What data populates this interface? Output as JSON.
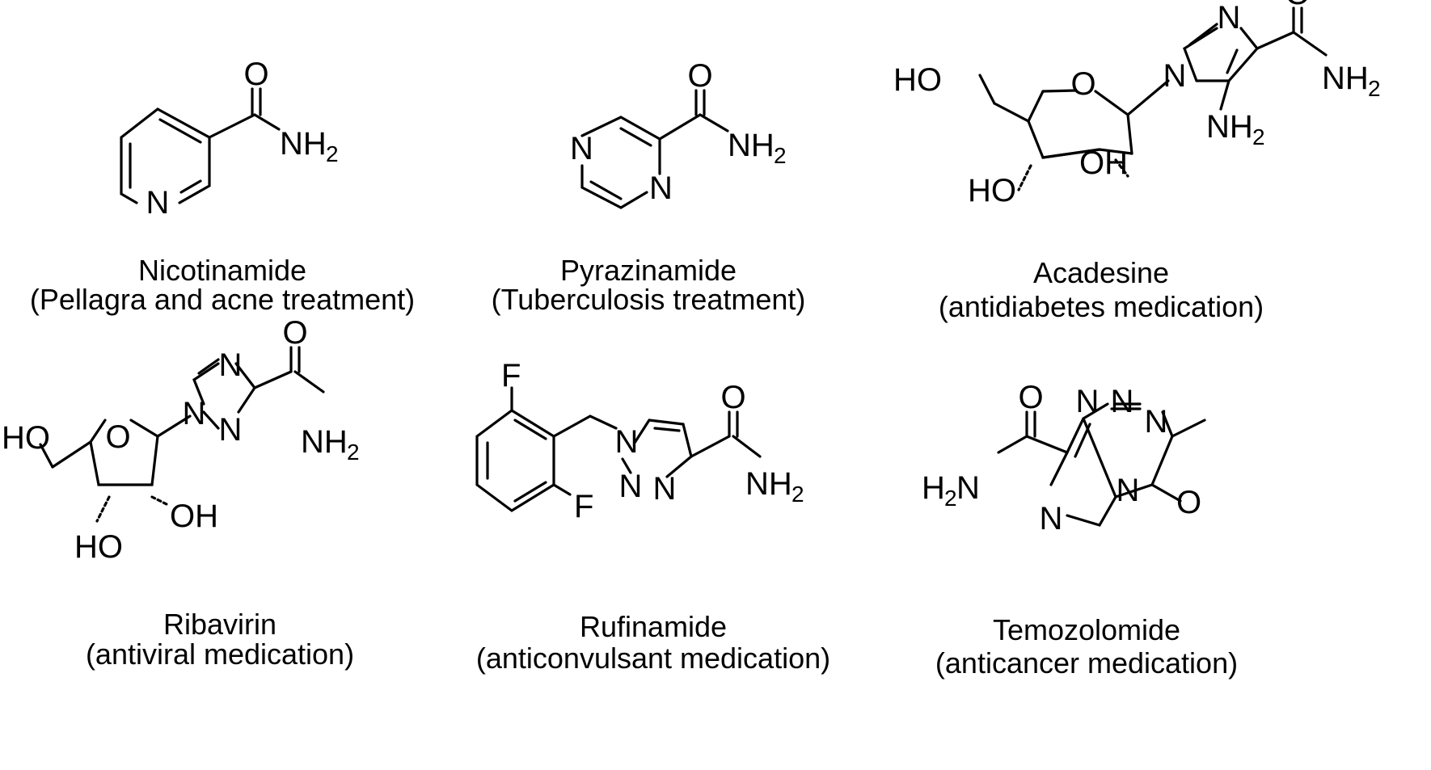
{
  "compounds": [
    {
      "name": "Nicotinamide",
      "use": "(Pellagra and acne treatment)"
    },
    {
      "name": "Pyrazinamide",
      "use": "(Tuberculosis treatment)"
    },
    {
      "name": "Acadesine",
      "use": "(antidiabetes medication)"
    },
    {
      "name": "Ribavirin",
      "use": "(antiviral medication)"
    },
    {
      "name": "Rufinamide",
      "use": "(anticonvulsant medication)"
    },
    {
      "name": "Temozolomide",
      "use": "(anticancer medication)"
    }
  ],
  "atom_labels": {
    "O": "O",
    "N": "N",
    "NH": "NH",
    "H2N_H": "H",
    "N_sym": "N",
    "sub2": "2",
    "HO": "HO",
    "OH": "OH",
    "F": "F"
  }
}
